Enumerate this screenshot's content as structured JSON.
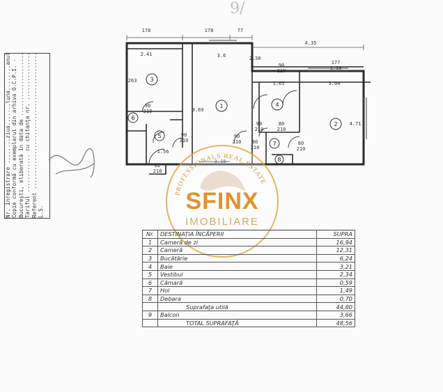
{
  "stamp": {
    "lines": [
      "Nr. înregistrare ........ziua.......luna........anul......",
      "Copie conformă cu exemplarul din arhiva O.C.P.I. -",
      "Bucureşti, eliberată în data de ..........................",
      "Tariful ............ cu chitanţa nr. .....................",
      "Referent ..............................................",
      "L.S."
    ]
  },
  "plan": {
    "dims_top": [
      "178",
      "178",
      "77",
      "4.35"
    ],
    "dims": [
      "2.41",
      "3.6",
      "2.30",
      "90",
      "210",
      "177",
      "1.38",
      "1.65",
      "3.04",
      "263",
      "3.69",
      "4.71",
      "90",
      "210",
      "90",
      "210",
      "90",
      "210",
      "80",
      "210",
      "1.56",
      "80",
      "210",
      "80",
      "210",
      "90",
      "210",
      "82",
      "210",
      "3.18"
    ],
    "rooms": [
      "3",
      "1",
      "4",
      "2",
      "6",
      "5",
      "7",
      "8"
    ]
  },
  "watermark": {
    "arc_text": "PROFESSIONALS REAL ESTATE",
    "title": "SFINX",
    "subtitle": "IMOBILIARE"
  },
  "handmark": "9/",
  "table": {
    "headers": [
      "Nr.",
      "DESTINAŢIA ÎNCĂPERII",
      "SUPRA"
    ],
    "rows": [
      {
        "nr": "1",
        "name": "Cameră de zi",
        "sup": "16,94"
      },
      {
        "nr": "2",
        "name": "Cameră",
        "sup": "12,31"
      },
      {
        "nr": "3",
        "name": "Bucătărie",
        "sup": "6,24"
      },
      {
        "nr": "4",
        "name": "Baie",
        "sup": "3,21"
      },
      {
        "nr": "5",
        "name": "Vestibul",
        "sup": "2,34"
      },
      {
        "nr": "6",
        "name": "Cămară",
        "sup": "0,59"
      },
      {
        "nr": "7",
        "name": "Hol",
        "sup": "1,49"
      },
      {
        "nr": "8",
        "name": "Debara",
        "sup": "0,70"
      },
      {
        "nr": "",
        "name": "Suprafaţa utilă",
        "sup": "44,80",
        "indent": true
      },
      {
        "nr": "9",
        "name": "Balcon",
        "sup": "3,66"
      },
      {
        "nr": "",
        "name": "TOTAL SUPRAFAŢĂ",
        "sup": "48,56",
        "indent": true
      }
    ]
  }
}
